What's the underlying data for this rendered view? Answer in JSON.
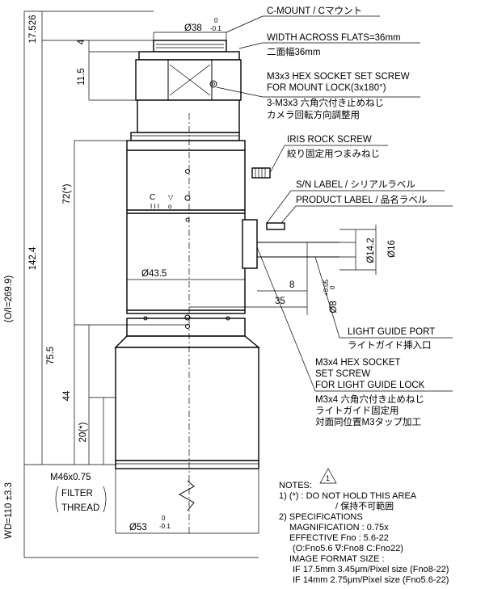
{
  "dimensions": {
    "total_oi": "(O/I=269.9)",
    "wd": "WD=110 ±3.3",
    "top_offset": "17.526",
    "overall_length": "142.4",
    "dim_4": "4",
    "dim_11_5": "11.5",
    "dim_72": "72(*)",
    "dim_75_5": "75.5",
    "dim_44": "44",
    "dim_20": "20(*)",
    "dia_38": "Ø38",
    "dia_38_tol_upper": "0",
    "dia_38_tol_lower": "-0.1",
    "dia_43_5": "Ø43.5",
    "dia_14_2": "Ø14.2",
    "dia_16": "Ø16",
    "dia_8": "Ø8",
    "dia_8_tol_upper": "+0.05",
    "dia_8_tol_lower": "0",
    "dim_8": "8",
    "dim_35": "35",
    "dia_53": "Ø53",
    "dia_53_tol_upper": "0",
    "dia_53_tol_lower": "-0.1",
    "filter_thread": "M46x0.75",
    "filter_label_1": "FILTER",
    "filter_label_2": "THREAD"
  },
  "callouts": {
    "c_mount": "C-MOUNT / Cマウント",
    "width_flats_en": "WIDTH ACROSS FLATS=36mm",
    "width_flats_jp": "二面幅36mm",
    "mount_screw_en_1": "M3x3 HEX SOCKET SET SCREW",
    "mount_screw_en_2": "FOR MOUNT LOCK(3x180°)",
    "mount_screw_jp_1": "3-M3x3 六角穴付き止めねじ",
    "mount_screw_jp_2": "カメラ回転方向調整用",
    "iris_en": "IRIS ROCK SCREW",
    "iris_jp": "絞り固定用つまみねじ",
    "sn_label": "S/N LABEL / シリアルラベル",
    "product_label": "PRODUCT LABEL / 品名ラベル",
    "light_port_en": "LIGHT GUIDE PORT",
    "light_port_jp": "ライトガイド挿入口",
    "lg_screw_en_1": "M3x4 HEX SOCKET",
    "lg_screw_en_2": "SET SCREW",
    "lg_screw_en_3": "FOR LIGHT GUIDE LOCK",
    "lg_screw_jp_1": "M3x4 六角穴付き止めねじ",
    "lg_screw_jp_2": "ライトガイド固定用",
    "lg_screw_jp_3": "対面同位置M3タップ加工"
  },
  "iris_marks": {
    "letter": "C",
    "ticks": "I I I",
    "triangle": "▽",
    "dot": "o"
  },
  "notes": {
    "title": "NOTES:",
    "revision": "1",
    "n1": "1) (*) : DO NOT HOLD THIS AREA",
    "n1_jp": "/ 保持不可範囲",
    "n2": "2) SPECIFICATIONS",
    "magnification": "MAGNIFICATION : 0.75x",
    "fno": "EFFECTIVE Fno : 5.6-22",
    "fno_detail": "(O:Fno5.6  ∇:Fno8  C:Fno22)",
    "image_format": "IMAGE FORMAT SIZE :",
    "if1": "IF 17.5mm 3.45μm/Pixel size (Fno8-22)",
    "if2": "IF 14mm 2.75μm/Pixel size (Fno5.6-22)"
  }
}
